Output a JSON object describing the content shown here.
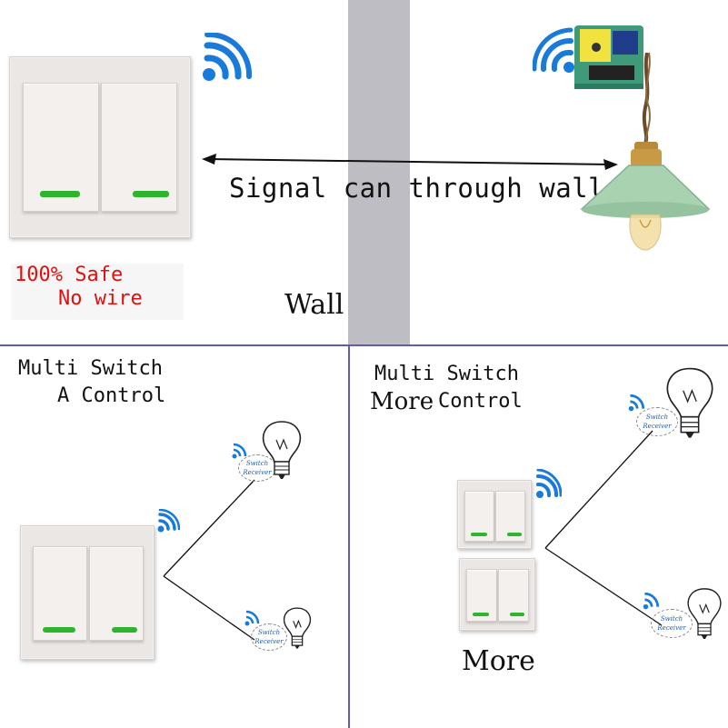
{
  "top": {
    "signal_text": "Signal can through wall",
    "wall_label": "Wall",
    "safe_line1": "100% Safe",
    "safe_line2": "No wire"
  },
  "bottom_left": {
    "title_line1": "Multi Switch",
    "title_line2": "A Control"
  },
  "bottom_right": {
    "title_line1": "Multi Switch",
    "title_line2_a": "More",
    "title_line2_b": "Control",
    "more_label": "More"
  },
  "receiver_badge": {
    "line1": "Switch",
    "line2": "Receiver"
  },
  "colors": {
    "wifi_blue": "#1a7ad9",
    "led_green": "#2eb52e",
    "wall_gray": "#bdbdc3",
    "divider_blue": "#5a5fb5",
    "safe_red": "#e01010",
    "lamp_shade": "#a8d2b0"
  },
  "icons": [
    "wifi-icon",
    "light-bulb-icon",
    "pendant-lamp-icon",
    "receiver-module-icon",
    "double-arrow-icon"
  ]
}
